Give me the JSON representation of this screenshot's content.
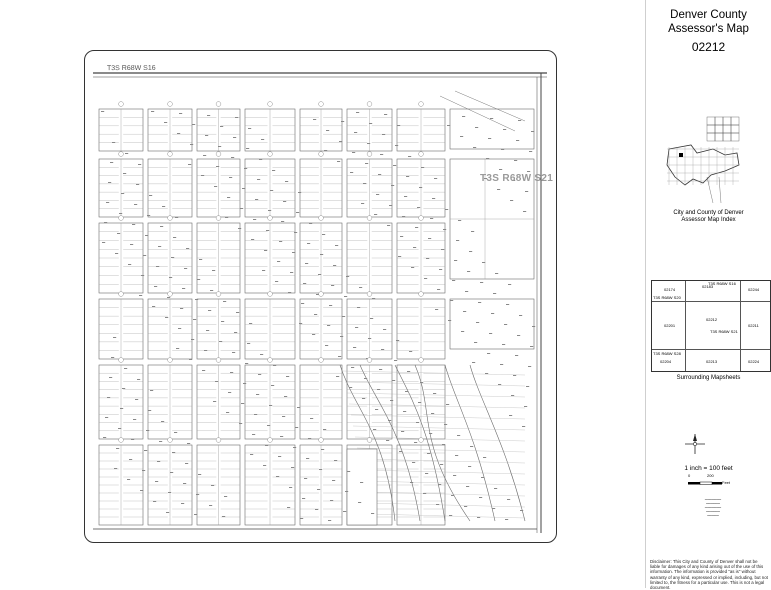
{
  "title": {
    "line1": "Denver County",
    "line2": "Assessor's Map",
    "map_number": "02212"
  },
  "map": {
    "township_label": "T3S R68W S16",
    "section_label": "T3S R68W S21"
  },
  "index_map": {
    "caption_line1": "City and County of Denver",
    "caption_line2": "Assessor Map Index"
  },
  "adjacent_sheets": {
    "cells": [
      {
        "text": "02174"
      },
      {
        "text": "02183"
      },
      {
        "text": "T3S R68W S16"
      },
      {
        "text": "02244"
      },
      {
        "text": "T3S R68W S20"
      },
      {
        "text": "02201"
      },
      {
        "text": "02212"
      },
      {
        "text": "T3S R68W S21"
      },
      {
        "text": "02211"
      },
      {
        "text": "T3S R68W S28"
      },
      {
        "text": "02204"
      },
      {
        "text": "02213"
      },
      {
        "text": "02224"
      }
    ],
    "caption": "Surrounding Mapsheets"
  },
  "scale": {
    "text": "1 inch = 100 feet",
    "zero": "0",
    "two_hundred": "200",
    "unit": "Feet"
  },
  "disclaimer": "Disclaimer: This City and County of Denver shall not be liable for damages of any kind arising out of the use of this information. The information is provided \"as is\" without warranty of any kind, expressed or implied, including, but not limited to, the fitness for a particular use. This is not a legal document."
}
